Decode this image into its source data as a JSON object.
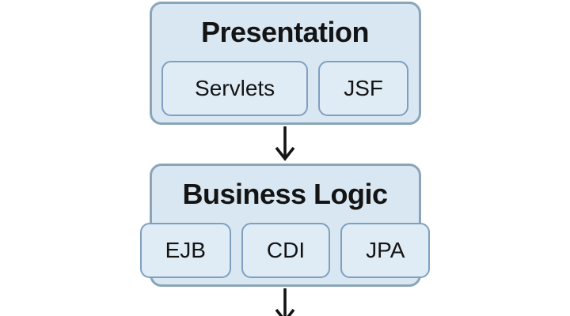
{
  "diagram": {
    "title_hint": "Layered architecture diagram",
    "layers": [
      {
        "title": "Presentation",
        "components": [
          "Servlets",
          "JSF"
        ]
      },
      {
        "title": "Business Logic",
        "components": [
          "EJB",
          "CDI",
          "JPA"
        ]
      }
    ],
    "connectors": [
      {
        "from": "Presentation",
        "to": "Business Logic",
        "type": "arrow-down"
      },
      {
        "from": "Business Logic",
        "to": "(clipped)",
        "type": "arrow-down"
      }
    ],
    "colors": {
      "background": "#ffffff",
      "box_fill": "#d9e7f2",
      "box_border": "#8aa5b9",
      "chip_fill": "#dfecf5",
      "chip_border": "#7f9fbf",
      "text": "#141414",
      "arrow": "#141414"
    }
  }
}
